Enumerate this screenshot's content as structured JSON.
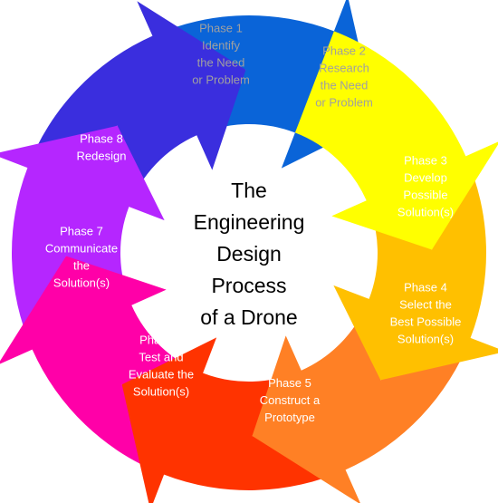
{
  "title_lines": [
    "The",
    "Engineering",
    "Design",
    "Process",
    "of a Drone"
  ],
  "phases": [
    {
      "lines": [
        "Phase 1",
        "Identify",
        "the Need",
        "or Problem"
      ],
      "color": "#FFFF00",
      "text_color": "#A0A0A0"
    },
    {
      "lines": [
        "Phase 2",
        "Research",
        "the Need",
        "or Problem"
      ],
      "color": "#FFC000",
      "text_color": "#A0A0A0"
    },
    {
      "lines": [
        "Phase 3",
        "Develop",
        "Possible",
        "Solution(s)"
      ],
      "color": "#FF8025",
      "text_color": "#FFFFFF"
    },
    {
      "lines": [
        "Phase 4",
        "Select the",
        "Best Possible",
        "Solution(s)"
      ],
      "color": "#FF3300",
      "text_color": "#FFFFFF"
    },
    {
      "lines": [
        "Phase 5",
        "Construct a",
        "Prototype"
      ],
      "color": "#FF00A8",
      "text_color": "#FFFFFF"
    },
    {
      "lines": [
        "Phase 6",
        "Test and",
        "Evaluate the",
        "Solution(s)"
      ],
      "color": "#B526FF",
      "text_color": "#FFFFFF"
    },
    {
      "lines": [
        "Phase 7",
        "Communicate",
        "the",
        "Solution(s)"
      ],
      "color": "#3A2EDE",
      "text_color": "#FFFFFF"
    },
    {
      "lines": [
        "Phase 8",
        "Redesign"
      ],
      "color": "#0A64D8",
      "text_color": "#FFFFFF"
    }
  ]
}
